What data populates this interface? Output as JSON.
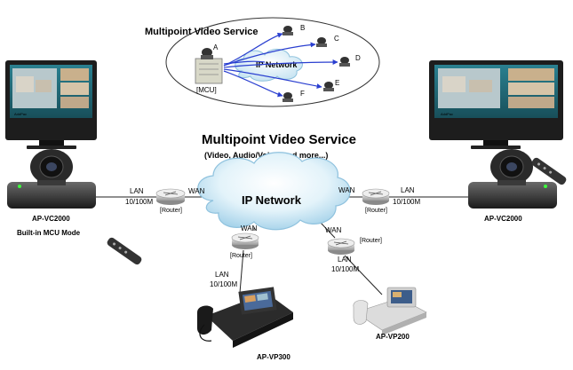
{
  "inset": {
    "title": "Multipoint Video Service",
    "network_label": "IP Network",
    "mcu_label": "[MCU]",
    "nodes": [
      "A",
      "B",
      "C",
      "D",
      "E",
      "F"
    ]
  },
  "main": {
    "title": "Multipoint Video Service",
    "subtitle": "(Video, Audio/Voice, and more...)",
    "network_label": "IP Network",
    "screen_brand": "AddPac",
    "left_device": {
      "name": "AP-VC2000",
      "mode": "Built-in MCU Mode"
    },
    "right_device": {
      "name": "AP-VC2000"
    },
    "left_link": {
      "lan": "LAN",
      "speed": "10/100M",
      "wan": "WAN",
      "router": "[Router]"
    },
    "right_link": {
      "lan": "LAN",
      "speed": "10/100M",
      "wan": "WAN",
      "router": "[Router]"
    },
    "bottom_left_link": {
      "lan": "LAN",
      "speed": "10/100M",
      "wan": "WAN",
      "router": "[Router]"
    },
    "bottom_right_link": {
      "lan": "LAN",
      "speed": "10/100M",
      "wan": "WAN",
      "router": "[Router]"
    },
    "phone_left": {
      "name": "AP-VP300"
    },
    "phone_right": {
      "name": "AP-VP200"
    }
  },
  "colors": {
    "cloud_light": "#eaf6fb",
    "cloud_dark": "#a9d3ea",
    "link_line": "#222222",
    "inset_arrow": "#2a3fd0",
    "tv_frame": "#1d1d1d",
    "screen_bg": "#1f6a78"
  }
}
